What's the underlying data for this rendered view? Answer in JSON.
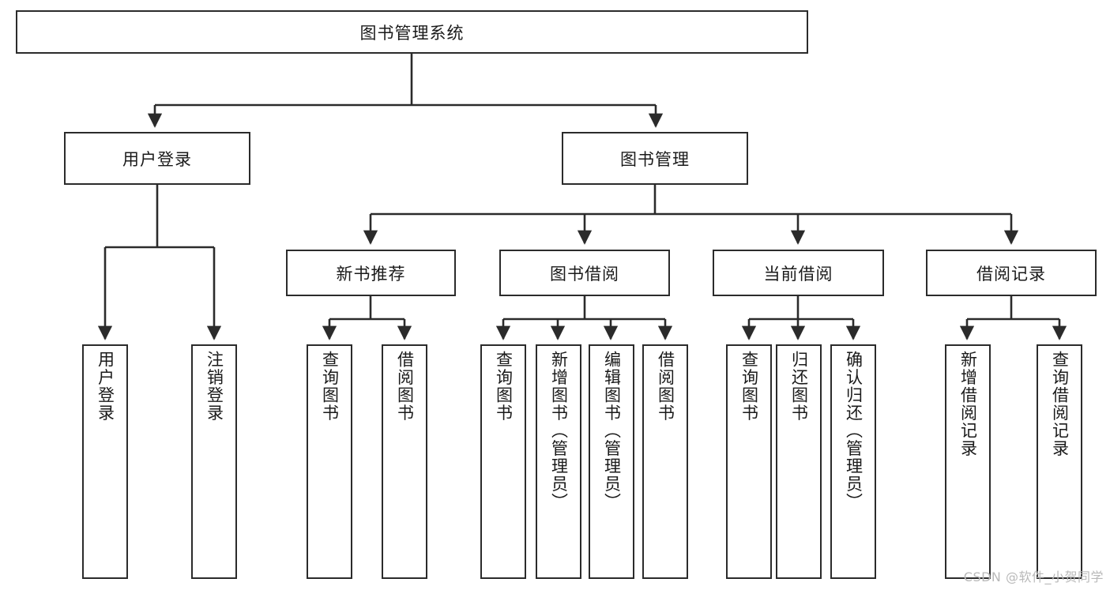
{
  "diagram": {
    "type": "tree",
    "title": "图书管理系统",
    "watermark": "CSDN @软件_小贺同学",
    "colors": {
      "stroke": "#2b2b2b",
      "fill": "#ffffff",
      "text": "#1a1a1a",
      "watermark": "#b9b9b9"
    },
    "root": {
      "label": "图书管理系统"
    },
    "level2": [
      {
        "id": "user-login",
        "label": "用户登录"
      },
      {
        "id": "book-management",
        "label": "图书管理"
      }
    ],
    "level3": [
      {
        "id": "new-book-recommend",
        "label": "新书推荐"
      },
      {
        "id": "book-borrow",
        "label": "图书借阅"
      },
      {
        "id": "current-borrow",
        "label": "当前借阅"
      },
      {
        "id": "borrow-record",
        "label": "借阅记录"
      }
    ],
    "leaves": {
      "user-login": [
        {
          "id": "leaf-user-login",
          "label": "用户登录"
        },
        {
          "id": "leaf-user-logout",
          "label": "注销登录"
        }
      ],
      "new-book-recommend": [
        {
          "id": "leaf-query-book-1",
          "label": "查询图书"
        },
        {
          "id": "leaf-borrow-book-1",
          "label": "借阅图书"
        }
      ],
      "book-borrow": [
        {
          "id": "leaf-query-book-2",
          "label": "查询图书"
        },
        {
          "id": "leaf-add-book",
          "label": "新增图书（管理员）"
        },
        {
          "id": "leaf-edit-book",
          "label": "编辑图书（管理员）"
        },
        {
          "id": "leaf-borrow-book-2",
          "label": "借阅图书"
        }
      ],
      "current-borrow": [
        {
          "id": "leaf-query-book-3",
          "label": "查询图书"
        },
        {
          "id": "leaf-return-book",
          "label": "归还图书"
        },
        {
          "id": "leaf-confirm-return",
          "label": "确认归还（管理员）"
        }
      ],
      "borrow-record": [
        {
          "id": "leaf-add-record",
          "label": "新增借阅记录"
        },
        {
          "id": "leaf-query-record",
          "label": "查询借阅记录"
        }
      ]
    }
  }
}
